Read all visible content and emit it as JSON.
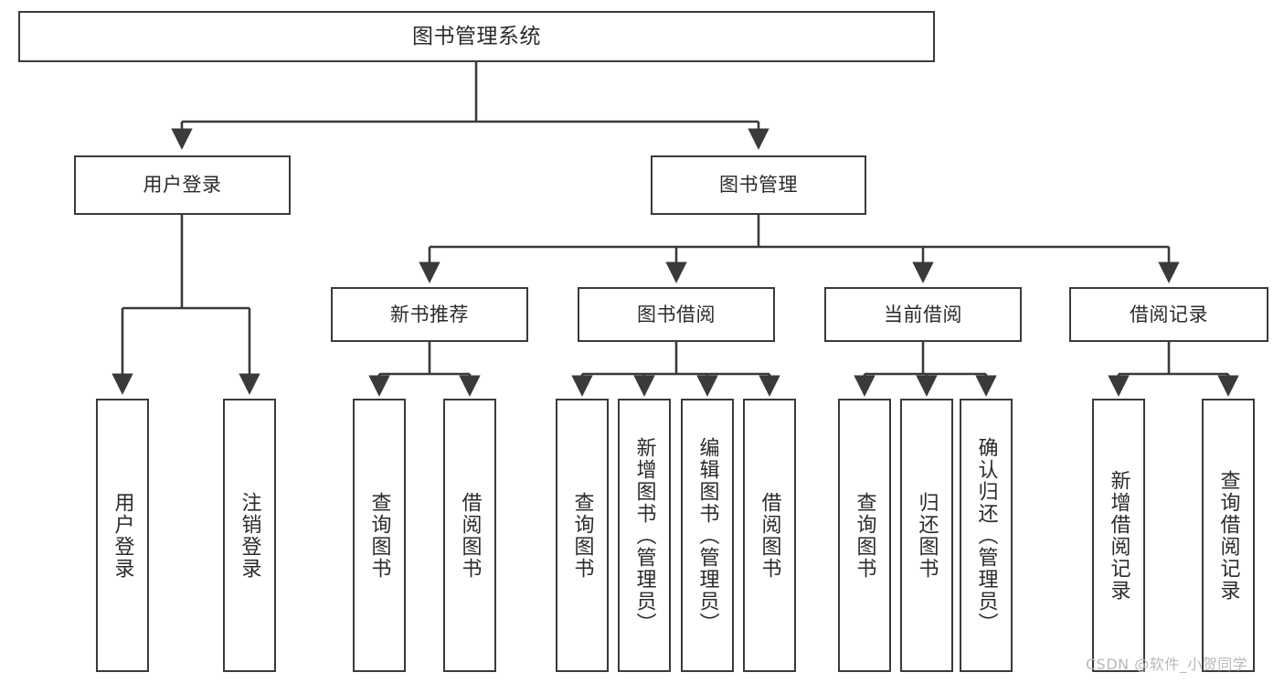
{
  "diagram": {
    "type": "tree-hierarchy-chart",
    "title": "图书管理系统",
    "line_color": "#3a3a3a",
    "box_fill": "#ffffff",
    "text_color": "#2b2b2b",
    "watermark": "CSDN @软件_小贺同学",
    "nodes": {
      "root": {
        "label": "图书管理系统"
      },
      "level2": [
        {
          "id": "user-login",
          "label": "用户登录"
        },
        {
          "id": "book-manage",
          "label": "图书管理"
        }
      ],
      "level3": [
        {
          "id": "new-book-recommend",
          "label": "新书推荐"
        },
        {
          "id": "book-borrow",
          "label": "图书借阅"
        },
        {
          "id": "current-borrow",
          "label": "当前借阅"
        },
        {
          "id": "borrow-record",
          "label": "借阅记录"
        }
      ],
      "leaves": {
        "user-login": [
          {
            "id": "leaf-user-login",
            "label": "用户登录"
          },
          {
            "id": "leaf-logout",
            "label": "注销登录"
          }
        ],
        "new-book-recommend": [
          {
            "id": "leaf-query-book-1",
            "label": "查询图书"
          },
          {
            "id": "leaf-borrow-book-1",
            "label": "借阅图书"
          }
        ],
        "book-borrow": [
          {
            "id": "leaf-query-book-2",
            "label": "查询图书"
          },
          {
            "id": "leaf-add-book",
            "label": "新增图书（管理员）"
          },
          {
            "id": "leaf-edit-book",
            "label": "编辑图书（管理员）"
          },
          {
            "id": "leaf-borrow-book-2",
            "label": "借阅图书"
          }
        ],
        "current-borrow": [
          {
            "id": "leaf-query-book-3",
            "label": "查询图书"
          },
          {
            "id": "leaf-return-book",
            "label": "归还图书"
          },
          {
            "id": "leaf-confirm-return",
            "label": "确认归还（管理员）"
          }
        ],
        "borrow-record": [
          {
            "id": "leaf-add-record",
            "label": "新增借阅记录"
          },
          {
            "id": "leaf-query-record",
            "label": "查询借阅记录"
          }
        ]
      }
    }
  }
}
